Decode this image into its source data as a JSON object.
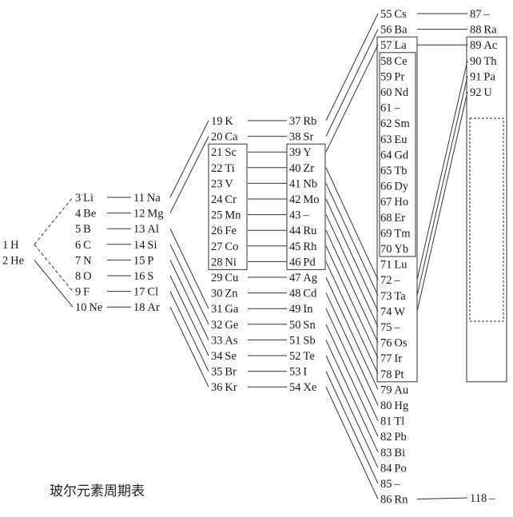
{
  "caption": "玻尔元素周期表",
  "columns": [
    [
      "1 H",
      "2 He"
    ],
    [
      "3 Li",
      "4 Be",
      "5 B",
      "6 C",
      "7 N",
      "8 O",
      "9 F",
      "10 Ne"
    ],
    [
      "11 Na",
      "12 Mg",
      "13 Al",
      "14 Si",
      "15 P",
      "16 S",
      "17 Cl",
      "18 Ar"
    ],
    [
      "19 K",
      "20 Ca",
      "21 Sc",
      "22 Ti",
      "23 V",
      "24 Cr",
      "25 Mn",
      "26 Fe",
      "27 Co",
      "28 Ni",
      "29 Cu",
      "30 Zn",
      "31 Ga",
      "32 Ge",
      "33 As",
      "34 Se",
      "35 Br",
      "36 Kr"
    ],
    [
      "37 Rb",
      "38 Sr",
      "39 Y",
      "40 Zr",
      "41 Nb",
      "42 Mo",
      "43 –",
      "44 Ru",
      "45 Rh",
      "46 Pd",
      "47 Ag",
      "48 Cd",
      "49 In",
      "50 Sn",
      "51 Sb",
      "52 Te",
      "53 I",
      "54 Xe"
    ],
    [
      "55 Cs",
      "56 Ba",
      "57 La",
      "58 Ce",
      "59 Pr",
      "60 Nd",
      "61 –",
      "62 Sm",
      "63 Eu",
      "64 Gd",
      "65 Tb",
      "66 Dy",
      "67 Ho",
      "68 Er",
      "69 Tm",
      "70 Yb",
      "71 Lu",
      "72 –",
      "73 Ta",
      "74 W",
      "75 –",
      "76 Os",
      "77 Ir",
      "78 Pt",
      "79 Au",
      "80 Hg",
      "81 Tl",
      "82 Pb",
      "83 Bi",
      "84 Po",
      "85 –",
      "86 Rn"
    ],
    [
      "87 –",
      "88 Ra",
      "89 Ac",
      "90 Th",
      "91 Pa",
      "92 U"
    ],
    [
      "118 –"
    ]
  ]
}
